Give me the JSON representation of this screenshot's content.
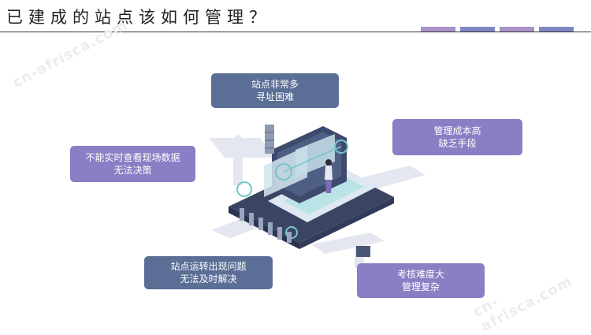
{
  "header": {
    "title": "已建成的站点该如何管理？",
    "tab_colors": [
      "#a991c9",
      "#7d87c2",
      "#a991c9",
      "#7d87c2"
    ]
  },
  "labels": {
    "top": [
      "站点非常多",
      "寻址困难"
    ],
    "left": [
      "不能实时查看现场数据",
      "无法决策"
    ],
    "right": [
      "管理成本高",
      "缺乏手段"
    ],
    "bottom_left": [
      "站点运转出现问题",
      "无法及时解决"
    ],
    "bottom_right": [
      "考核难度大",
      "管理复杂"
    ]
  },
  "watermark": "cn-afrisca.com",
  "colors": {
    "blue_box": "#5a6e96",
    "purple_box": "#8a7fc4"
  }
}
